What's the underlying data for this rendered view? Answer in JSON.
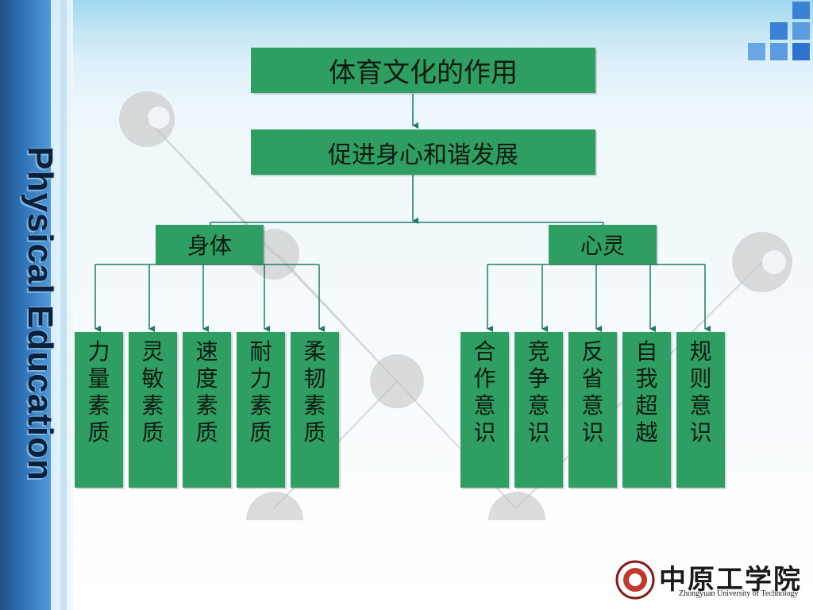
{
  "sidebar": {
    "text": "Physical Education"
  },
  "diagram": {
    "title": "体育文化的作用",
    "level2": "促进身心和谐发展",
    "left": {
      "label": "身体",
      "children": [
        "力量素质",
        "灵敏素质",
        "速度素质",
        "耐力素质",
        "柔韧素质"
      ]
    },
    "right": {
      "label": "心灵",
      "children": [
        "合作意识",
        "竞争意识",
        "反省意识",
        "自我超越",
        "规则意识"
      ]
    }
  },
  "logo": {
    "name_cn": "中原工学院",
    "name_en": "Zhongyuan University of Technology"
  },
  "colors": {
    "box": "#2e9e62",
    "connector": "#1f7a6a",
    "sidebar": "#2f73b8"
  }
}
